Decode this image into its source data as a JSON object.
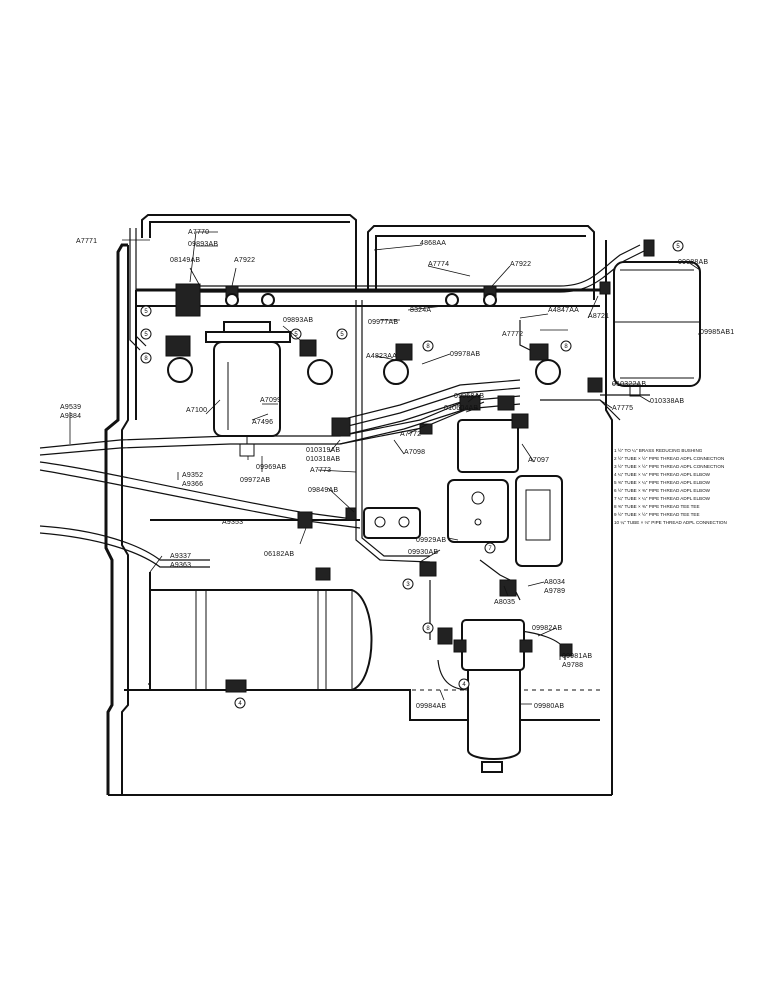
{
  "labels": {
    "a7771": "A7771",
    "a7770": "A7770",
    "p09893ab_top": "09893AB",
    "p08149ab": "08149AB",
    "a7922_left": "A7922",
    "p4868aa": "4868AA",
    "a7774": "A7774",
    "a7922_right": "A7922",
    "p09988ab": "09988AB",
    "p09893ab_mid": "09893AB",
    "p09977ab": "09977AB",
    "p8324a": "8324A",
    "a4847aa": "A4847AA",
    "a7772_top": "A7772",
    "a8721": "A8721",
    "p09985ab1": "09985AB1",
    "a4823aa": "A4823AA",
    "p09978ab": "09978AB",
    "p010322ab": "010322AB",
    "p010338ab": "010338AB",
    "a7775": "A7775",
    "a9539": "A9539",
    "a9384": "A9384",
    "a7100": "A7100",
    "a7496": "A7496",
    "a7099": "A7099",
    "p09968ab": "09968AB",
    "p010604ab": "010604AB",
    "a7772_mid": "A7772",
    "p010319ab": "010319AB",
    "p010318ab": "010318AB",
    "a7098": "A7098",
    "a7097": "A7097",
    "p09969ab": "09969AB",
    "p09972ab": "09972AB",
    "a7773": "A7773",
    "a9352": "A9352",
    "a9366": "A9366",
    "p09849ab": "09849AB",
    "a9353": "A9353",
    "p06182ab": "06182AB",
    "p09929ab": "09929AB",
    "p09930ab": "09930AB",
    "a9337": "A9337",
    "a9363": "A9363",
    "a8034": "A8034",
    "a9789": "A9789",
    "a8035": "A8035",
    "p09982ab": "09982AB",
    "p09981ab": "09981AB",
    "a9788": "A9788",
    "p09984ab": "09984AB",
    "p09980ab": "09980AB"
  },
  "legend": [
    "1  ½\" TO ¼\" BRASS REDUCING BUSHING",
    "2  ½\" TUBE × ½\" PIPE THREAD ADPL CONNECTION",
    "3  ½\" TUBE × ½\" PIPE THREAD ADPL CONNECTION",
    "4  ¼\" TUBE × ⅛\" PIPE THREAD ADPL ELBOW",
    "5  ⅜\" TUBE × ¼\" PIPE THREAD ADPL ELBOW",
    "6  ½\" TUBE × ⅜\" PIPE THREAD ADPL ELBOW",
    "7  ¼\" TUBE × ¼\" PIPE THREAD ADPL ELBOW",
    "8  ⅜\" TUBE × ⅜\" PIPE THREAD TEE TEE",
    "9  ½\" TUBE × ½\" PIPE THREAD TEE TEE",
    "10 ¼\" TUBE × ⅛\" PIPE THREAD ADPL CONNECTION"
  ],
  "callouts": [
    "5",
    "5",
    "5",
    "5",
    "8",
    "8",
    "8",
    "4",
    "5",
    "3",
    "7",
    "8",
    "4"
  ]
}
